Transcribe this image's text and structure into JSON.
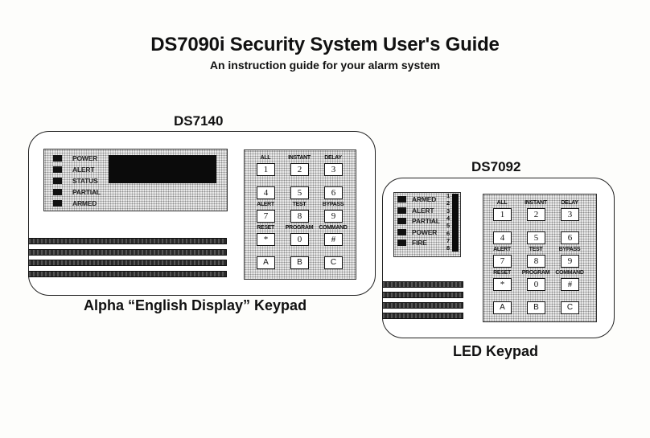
{
  "document": {
    "title": "DS7090i Security System User's Guide",
    "subtitle": "An instruction guide for your alarm system"
  },
  "alpha_keypad": {
    "model": "DS7140",
    "caption": "Alpha “English Display” Keypad",
    "indicators": [
      "POWER",
      "ALERT",
      "STATUS",
      "PARTIAL",
      "ARMED"
    ],
    "keys": [
      {
        "label": "ALL",
        "key": "1"
      },
      {
        "label": "INSTANT",
        "key": "2"
      },
      {
        "label": "DELAY",
        "key": "3"
      },
      {
        "label": "",
        "key": "4"
      },
      {
        "label": "",
        "key": "5"
      },
      {
        "label": "",
        "key": "6"
      },
      {
        "label": "ALERT",
        "key": "7"
      },
      {
        "label": "TEST",
        "key": "8"
      },
      {
        "label": "BYPASS",
        "key": "9"
      },
      {
        "label": "RESET",
        "key": "*"
      },
      {
        "label": "PROGRAM",
        "key": "0"
      },
      {
        "label": "COMMAND",
        "key": "#"
      },
      {
        "label": "",
        "key": "A"
      },
      {
        "label": "",
        "key": "B"
      },
      {
        "label": "",
        "key": "C"
      }
    ]
  },
  "led_keypad": {
    "model": "DS7092",
    "caption": "LED Keypad",
    "indicators": [
      "ARMED",
      "ALERT",
      "PARTIAL",
      "POWER",
      "FIRE"
    ],
    "zones": [
      "1",
      "2",
      "3",
      "4",
      "5",
      "6",
      "7",
      "8"
    ],
    "keys": [
      {
        "label": "ALL",
        "key": "1"
      },
      {
        "label": "INSTANT",
        "key": "2"
      },
      {
        "label": "DELAY",
        "key": "3"
      },
      {
        "label": "",
        "key": "4"
      },
      {
        "label": "",
        "key": "5"
      },
      {
        "label": "",
        "key": "6"
      },
      {
        "label": "ALERT",
        "key": "7"
      },
      {
        "label": "TEST",
        "key": "8"
      },
      {
        "label": "BYPASS",
        "key": "9"
      },
      {
        "label": "RESET",
        "key": "*"
      },
      {
        "label": "PROGRAM",
        "key": "0"
      },
      {
        "label": "COMMAND",
        "key": "#"
      },
      {
        "label": "",
        "key": "A"
      },
      {
        "label": "",
        "key": "B"
      },
      {
        "label": "",
        "key": "C"
      }
    ]
  }
}
